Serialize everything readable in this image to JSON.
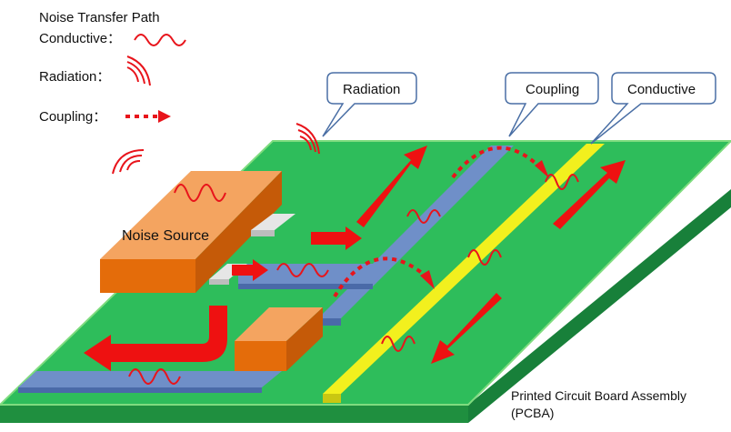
{
  "legend": {
    "title": "Noise Transfer Path",
    "conductive_label": "Conductive：",
    "radiation_label": "Radiation：",
    "coupling_label": "Coupling："
  },
  "callouts": {
    "radiation": "Radiation",
    "coupling": "Coupling",
    "conductive": "Conductive"
  },
  "components": {
    "noise_source": "Noise Source"
  },
  "board": {
    "caption_line1": "Printed Circuit Board Assembly",
    "caption_line2": "(PCBA)"
  },
  "colors": {
    "board_top": "#2ebd5b",
    "board_side": "#1f8f3f",
    "board_edge": "#7fdc7f",
    "trace_blue": "#6f8fc8",
    "trace_blue_side": "#4a6aa8",
    "trace_yellow": "#f2f01e",
    "component_orange": "#e46c0a",
    "component_orange_light": "#f4a460",
    "noise_red": "#e8141b",
    "arrow_red": "#ee1111",
    "pad_grey": "#d9d9d9",
    "callout_border": "#4a6fa5"
  }
}
